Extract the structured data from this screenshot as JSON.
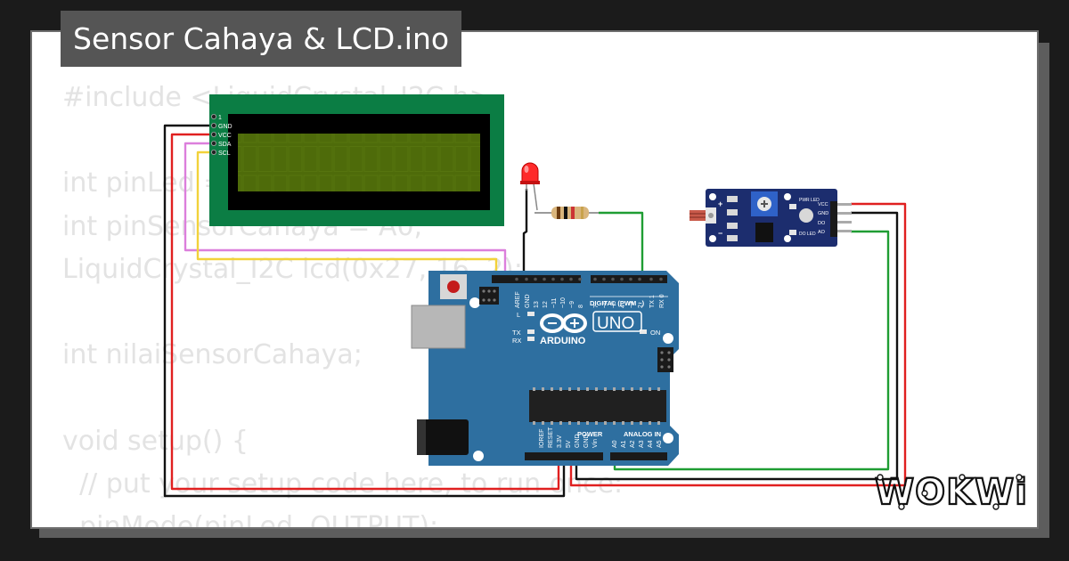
{
  "title": "Sensor Cahaya & LCD.ino",
  "code_lines": [
    "#include <LiquidCrystal_I2C.h>",
    "",
    "int pinLed = 2;",
    "int pinSensorCahaya = A0;",
    "LiquidCrystal_I2C lcd(0x27, 16, 2);",
    "",
    "int nilaiSensorCahaya;",
    "",
    "void setup() {",
    "  // put your setup code here, to run once:",
    "  pinMode(pinLed, OUTPUT);"
  ],
  "lcd": {
    "pins": [
      "1",
      "GND",
      "VCC",
      "SDA",
      "SCL"
    ]
  },
  "arduino": {
    "brand": "ARDUINO",
    "model": "UNO",
    "digital_label": "DIGITAL (PWM ~)",
    "power_label": "POWER",
    "analog_label": "ANALOG IN",
    "led_labels": [
      "L",
      "TX",
      "RX",
      "ON"
    ],
    "top_pins": [
      "AREF",
      "GND",
      "13",
      "12",
      "~11",
      "~10",
      "~9",
      "8",
      "7",
      "~6",
      "~5",
      "4",
      "~3",
      "2",
      "TX 1",
      "RX 0"
    ],
    "power_pins": [
      "IOREF",
      "RESET",
      "3.3V",
      "5V",
      "GND",
      "GND",
      "Vin"
    ],
    "analog_pins": [
      "A0",
      "A1",
      "A2",
      "A3",
      "A4",
      "A5"
    ]
  },
  "sensor": {
    "pins": [
      "VCC",
      "GND",
      "DO",
      "AO"
    ],
    "left_marks": [
      "+",
      "−"
    ],
    "led_labels": [
      "PWR LED",
      "DO LED"
    ]
  },
  "logo_text": "WOKWi",
  "colors": {
    "background": "#1b1b1b",
    "title_bar": "#555555",
    "code_text": "#e3e3e3",
    "lcd_board": "#0b7d44",
    "lcd_screen": "#4e6b0a",
    "arduino_board": "#2e6fa0",
    "sensor_board": "#1c2d6e",
    "wire_black": "#111111",
    "wire_red": "#e02020",
    "wire_green": "#1f9d33",
    "wire_yellow": "#f2d23a",
    "wire_violet": "#dc7fdc"
  }
}
